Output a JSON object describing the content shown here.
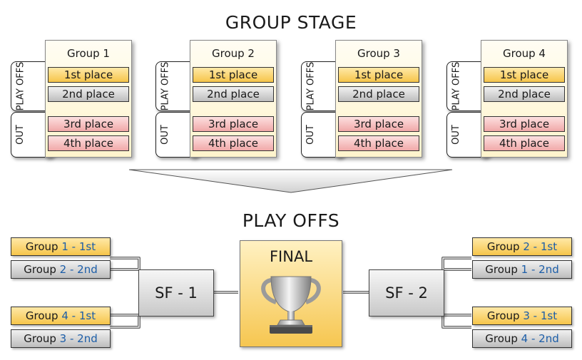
{
  "group_stage": {
    "title": "GROUP STAGE",
    "playoffs_tab": "PLAY OFFS",
    "out_tab": "OUT",
    "groups": [
      {
        "name": "Group 1",
        "places": [
          "1st place",
          "2nd place",
          "3rd place",
          "4th place"
        ]
      },
      {
        "name": "Group 2",
        "places": [
          "1st place",
          "2nd place",
          "3rd place",
          "4th place"
        ]
      },
      {
        "name": "Group 3",
        "places": [
          "1st place",
          "2nd place",
          "3rd place",
          "4th place"
        ]
      },
      {
        "name": "Group 4",
        "places": [
          "1st place",
          "2nd place",
          "3rd place",
          "4th place"
        ]
      }
    ]
  },
  "play_offs": {
    "title": "PLAY OFFS",
    "seeds": {
      "left_top_1": {
        "prefix": "Group ",
        "num": "1",
        "suffix": " - 1st"
      },
      "left_top_2": {
        "prefix": "Group ",
        "num": "2",
        "suffix": " - 2nd"
      },
      "left_bot_1": {
        "prefix": "Group ",
        "num": "4",
        "suffix": " - 1st"
      },
      "left_bot_2": {
        "prefix": "Group ",
        "num": "3",
        "suffix": " - 2nd"
      },
      "right_top_1": {
        "prefix": "Group ",
        "num": "2",
        "suffix": " - 1st"
      },
      "right_top_2": {
        "prefix": "Group ",
        "num": "1",
        "suffix": " - 2nd"
      },
      "right_bot_1": {
        "prefix": "Group ",
        "num": "3",
        "suffix": " - 1st"
      },
      "right_bot_2": {
        "prefix": "Group ",
        "num": "4",
        "suffix": " - 2nd"
      }
    },
    "sf1": "SF - 1",
    "sf2": "SF - 2",
    "final": "FINAL",
    "trophy_icon": "trophy-icon"
  },
  "colors": {
    "gold": "#f6c54a",
    "silver": "#bdbdbd",
    "out_red": "#f0a8a8",
    "accent_blue": "#1d5ea8"
  }
}
